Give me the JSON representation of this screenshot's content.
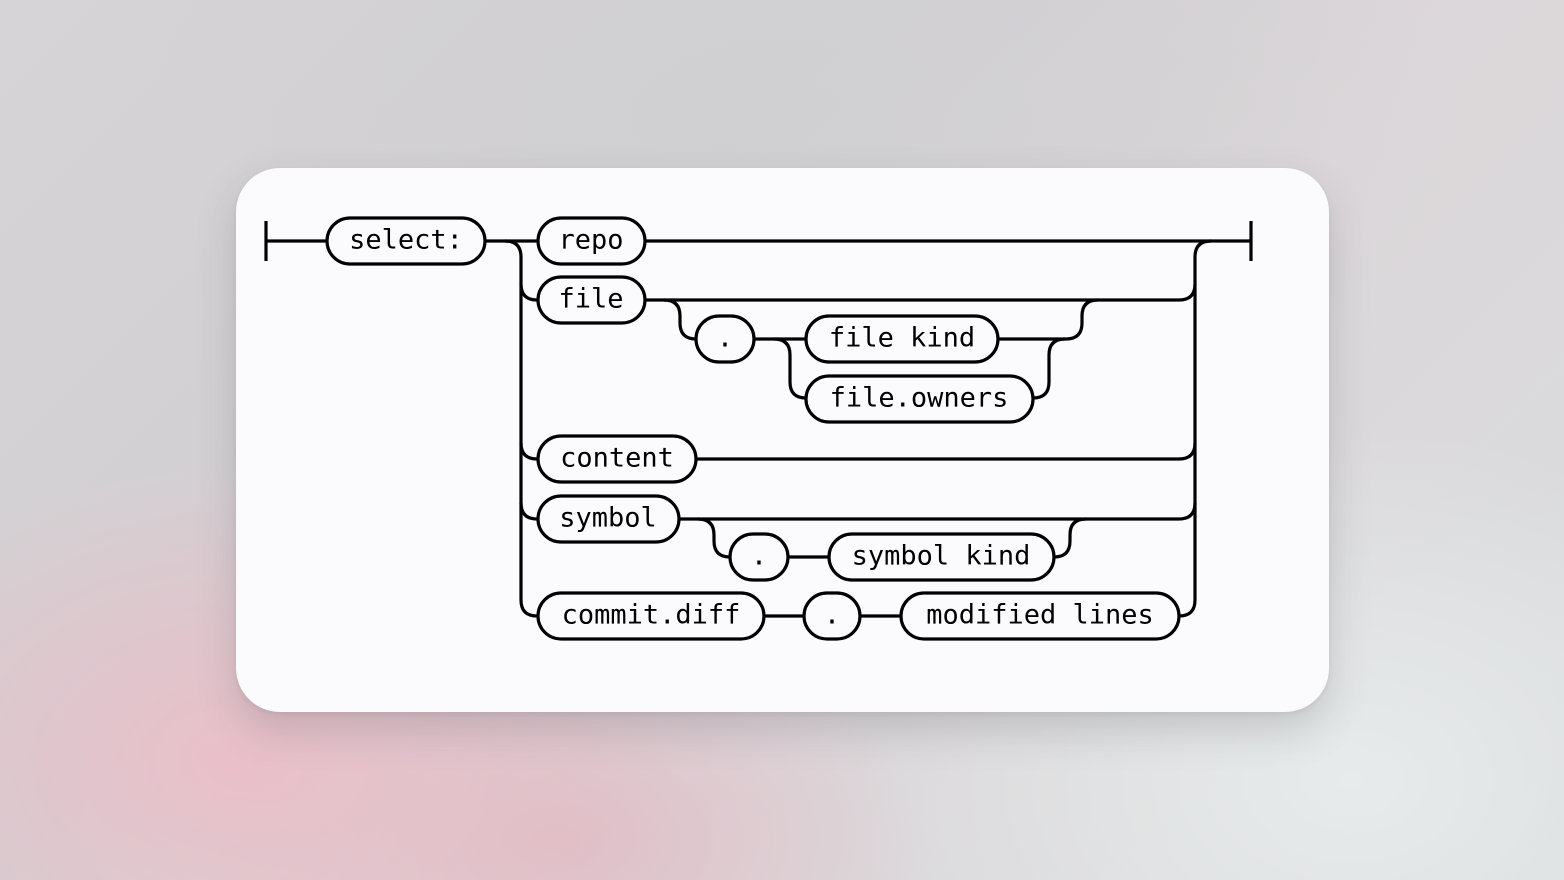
{
  "diagram": {
    "start_label": "select:",
    "options": {
      "repo": "repo",
      "file": "file",
      "file_dot": ".",
      "file_kind": "file kind",
      "file_owners": "file.owners",
      "content": "content",
      "symbol": "symbol",
      "symbol_dot": ".",
      "symbol_kind": "symbol kind",
      "commit_diff": "commit.diff",
      "commit_dot": ".",
      "modified_lines": "modified lines"
    }
  }
}
